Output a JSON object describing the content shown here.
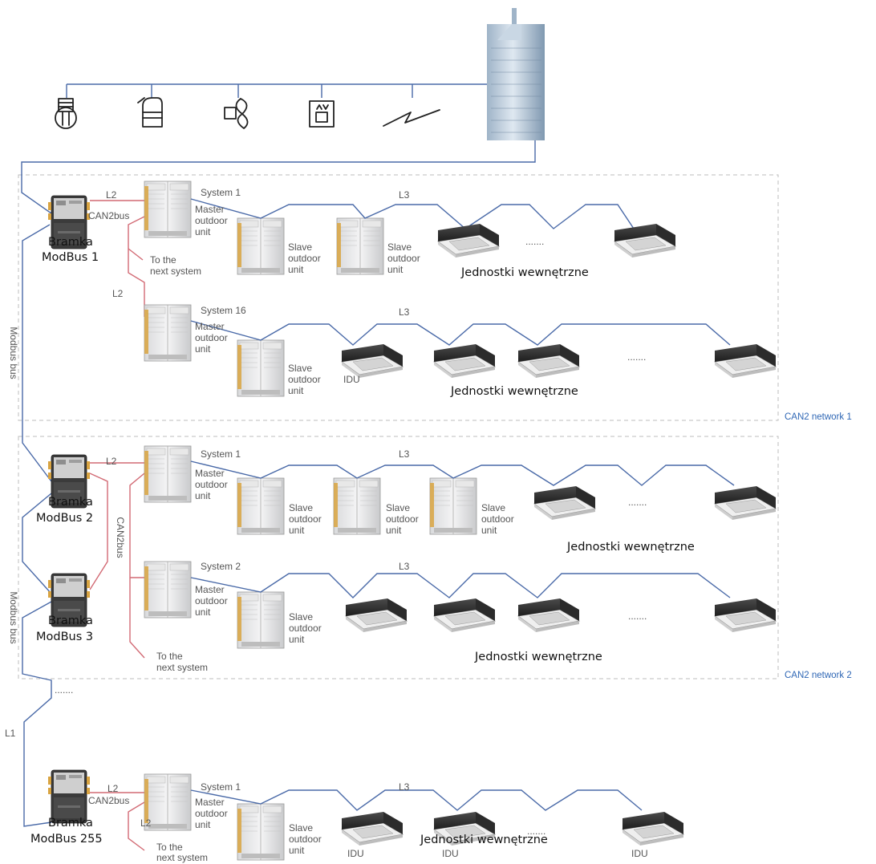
{
  "labels": {
    "l1": "L1",
    "l2": "L2",
    "l3": "L3",
    "can2bus": "CAN2bus",
    "modbus_bus": "Modbus bus",
    "system_1": "System 1",
    "system_2": "System 2",
    "system_16": "System 16",
    "master": "Master",
    "slave": "Slave",
    "outdoor": "outdoor",
    "unit": "unit",
    "to_the": "To the",
    "next_system": "next system",
    "idu": "IDU",
    "dots": ".......",
    "indoor_units": "Jednostki wewnętrzne",
    "can2_network_1": "CAN2 network 1",
    "can2_network_2": "CAN2 network 2"
  },
  "gateways": [
    {
      "line1": "Bramka",
      "line2": "ModBus 1"
    },
    {
      "line1": "Bramka",
      "line2": "ModBus 2"
    },
    {
      "line1": "Bramka",
      "line2": "ModBus 3"
    },
    {
      "line1": "Bramka",
      "line2": "ModBus 255"
    }
  ],
  "bms_icons": [
    "light-bulb-icon",
    "fire-extinguisher-icon",
    "fan-icon",
    "elevator-icon",
    "lightning-icon",
    "building-icon"
  ],
  "colors": {
    "bus_wire": "#4a6aa8",
    "can_wire": "#d26a74",
    "network_label": "#2f67b5",
    "network_box": "#bdbdbd"
  }
}
